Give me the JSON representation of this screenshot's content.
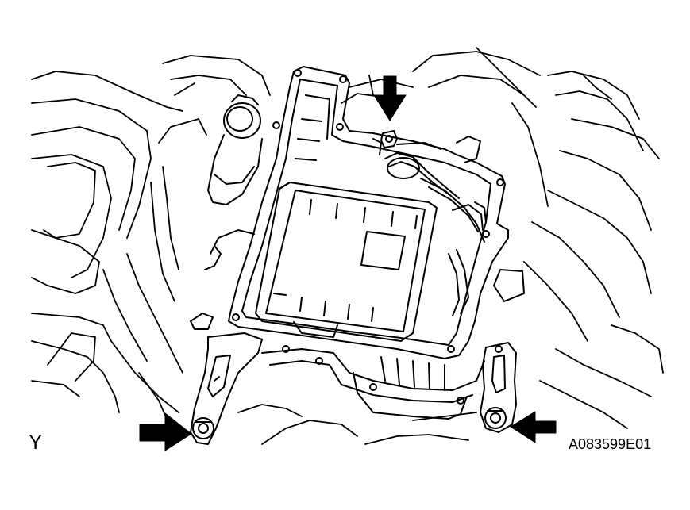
{
  "view_letter": "Y",
  "figure_id": "A083599E01",
  "colors": {
    "line": "#000000",
    "paper": "#ffffff",
    "arrow_fill": "#000000"
  },
  "callouts": [
    {
      "name": "bolt-arrow-top",
      "points_to": "bolt"
    },
    {
      "name": "bolt-arrow-left",
      "points_to": "bolt"
    },
    {
      "name": "bolt-arrow-right",
      "points_to": "bolt"
    }
  ]
}
